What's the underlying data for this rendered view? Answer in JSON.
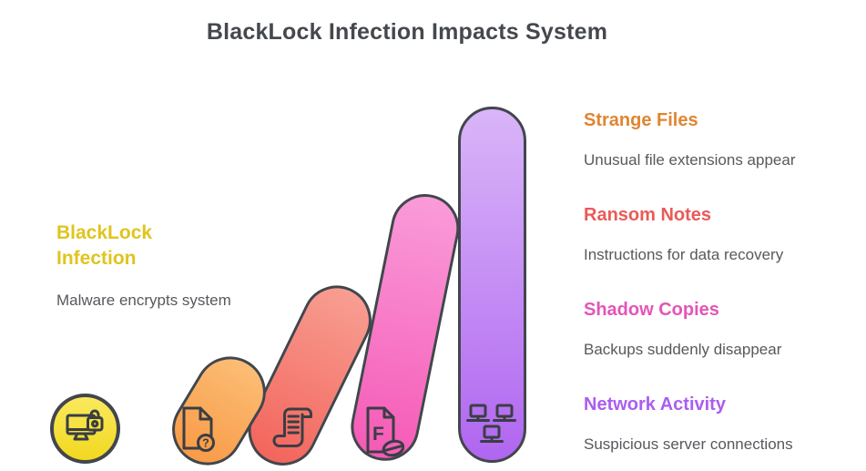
{
  "title": "BlackLock Infection Impacts System",
  "start": {
    "heading_line1": "BlackLock",
    "heading_line2": "Infection",
    "description": "Malware encrypts system",
    "heading_color": "#e0c41e",
    "circle_fill_top": "#fae95e",
    "circle_fill_bottom": "#f2d81f",
    "icon": "locked-computer-icon"
  },
  "stages": [
    {
      "label": "Strange Files",
      "description": "Unusual file extensions appear",
      "accent_color": "#e08531",
      "pill_gradient_top": "#fcbd75",
      "pill_gradient_bottom": "#f89b47",
      "icon": "unknown-file-icon"
    },
    {
      "label": "Ransom Notes",
      "description": "Instructions for data recovery",
      "accent_color": "#ea5a57",
      "pill_gradient_top": "#f89e92",
      "pill_gradient_bottom": "#f3655c",
      "icon": "ransom-note-icon"
    },
    {
      "label": "Shadow Copies",
      "description": "Backups suddenly disappear",
      "accent_color": "#e355b7",
      "pill_gradient_top": "#fa9bd9",
      "pill_gradient_bottom": "#f55ab6",
      "icon": "blocked-file-icon"
    },
    {
      "label": "Network Activity",
      "description": "Suspicious server connections",
      "accent_color": "#ab5df0",
      "pill_gradient_top": "#d9b5f8",
      "pill_gradient_bottom": "#b066f0",
      "icon": "network-computers-icon"
    }
  ],
  "outline_color": "#42464c",
  "title_color": "#45484c",
  "body_text_color": "#56595d"
}
